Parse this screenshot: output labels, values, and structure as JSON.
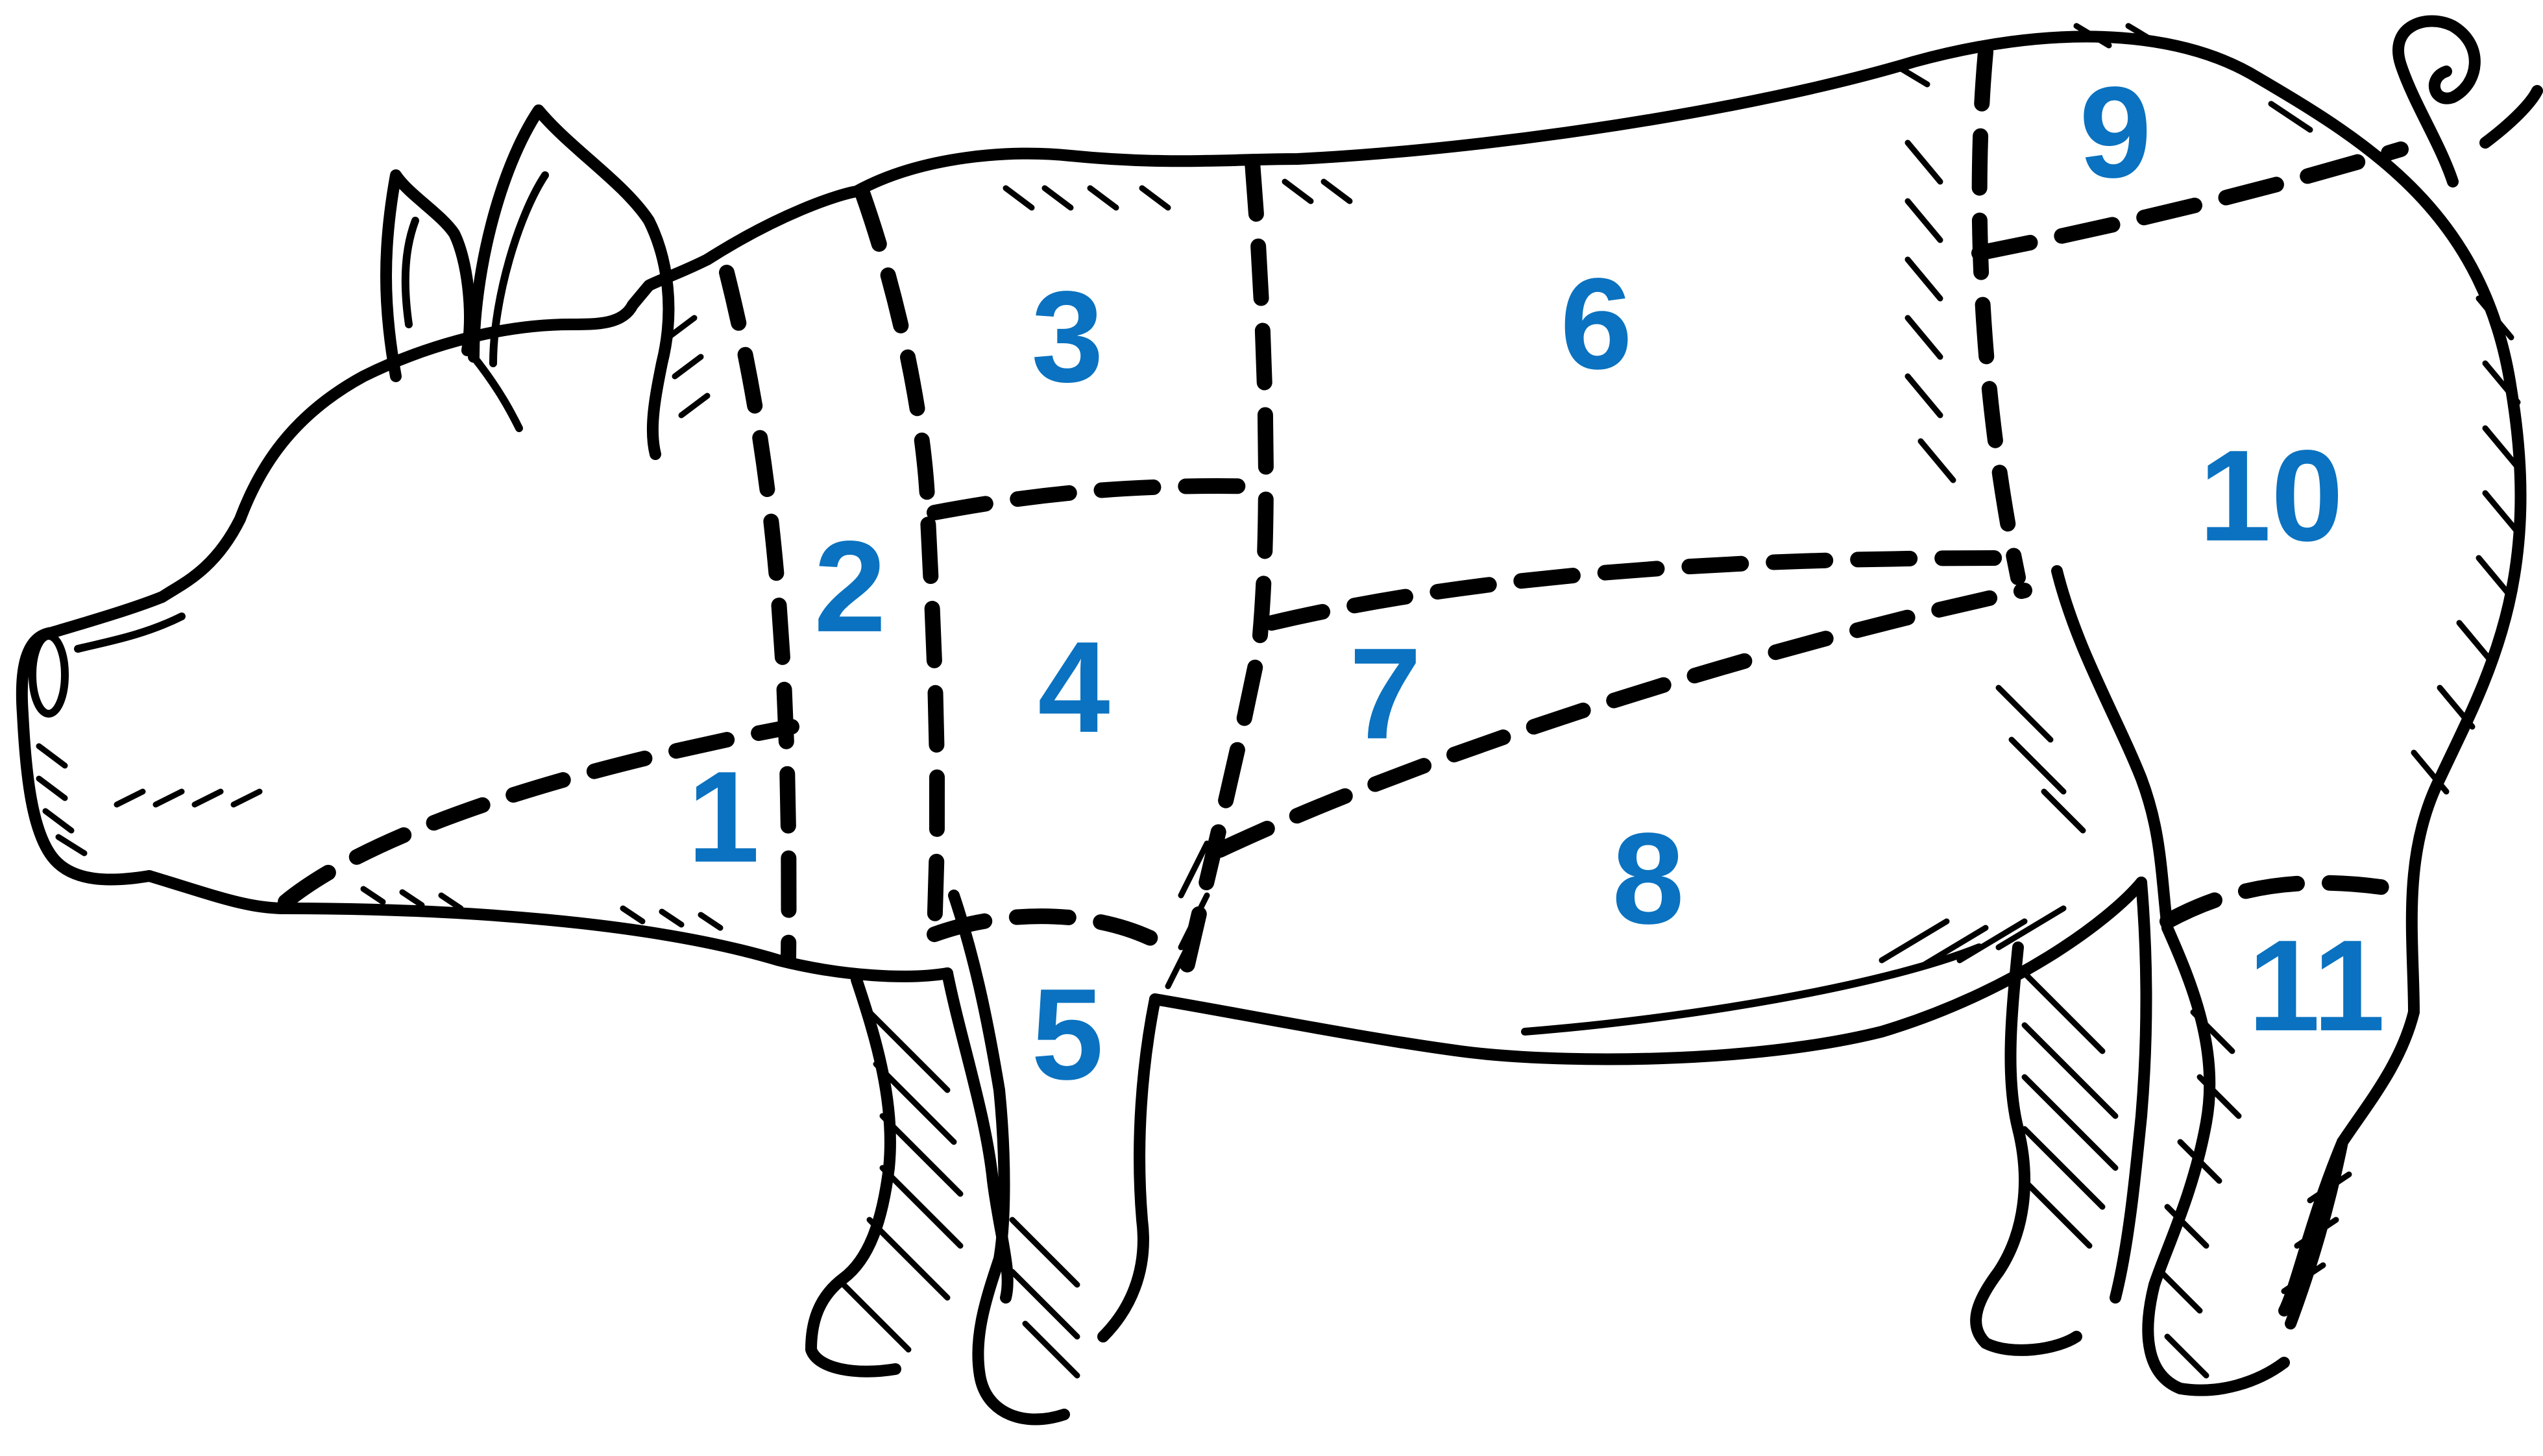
{
  "diagram": {
    "label_color": "#0a72c0",
    "regions": [
      {
        "id": "1",
        "label": "1"
      },
      {
        "id": "2",
        "label": "2"
      },
      {
        "id": "3",
        "label": "3"
      },
      {
        "id": "4",
        "label": "4"
      },
      {
        "id": "5",
        "label": "5"
      },
      {
        "id": "6",
        "label": "6"
      },
      {
        "id": "7",
        "label": "7"
      },
      {
        "id": "8",
        "label": "8"
      },
      {
        "id": "9",
        "label": "9"
      },
      {
        "id": "10",
        "label": "10"
      },
      {
        "id": "11",
        "label": "11"
      }
    ]
  }
}
